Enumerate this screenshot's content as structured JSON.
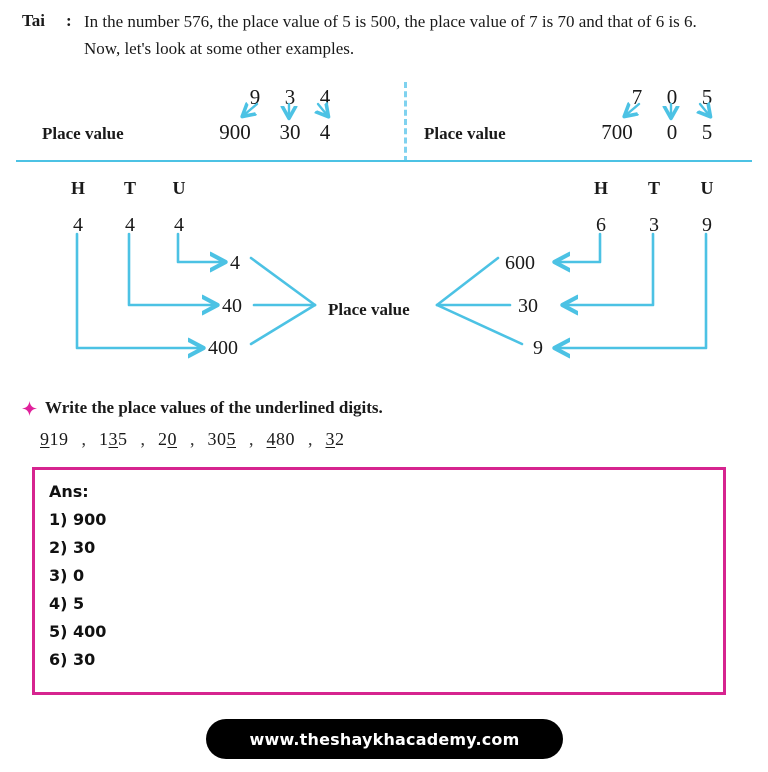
{
  "intro": {
    "speaker": "Tai",
    "colon": ":",
    "text": "In the number 576, the place value of 5 is 500, the place value of 7 is 70 and that of 6 is 6. Now, let's look at some other examples."
  },
  "top_strip": {
    "left": {
      "label": "Place value",
      "digits": [
        "9",
        "3",
        "4"
      ],
      "values": [
        "900",
        "30",
        "4"
      ]
    },
    "right": {
      "label": "Place value",
      "digits": [
        "7",
        "0",
        "5"
      ],
      "values": [
        "700",
        "0",
        "5"
      ]
    }
  },
  "htu": {
    "center_label": "Place value",
    "left": {
      "headers": [
        "H",
        "T",
        "U"
      ],
      "digits": [
        "4",
        "4",
        "4"
      ],
      "values": [
        "4",
        "40",
        "400"
      ]
    },
    "right": {
      "headers": [
        "H",
        "T",
        "U"
      ],
      "digits": [
        "6",
        "3",
        "9"
      ],
      "values": [
        "600",
        "30",
        "9"
      ]
    }
  },
  "task": {
    "bullet_icon": "diamond-bullet-icon",
    "instruction": "Write the place values of the underlined digits.",
    "separator": ",",
    "numbers": [
      {
        "before": "",
        "underlined": "9",
        "after": "19"
      },
      {
        "before": "1",
        "underlined": "3",
        "after": "5"
      },
      {
        "before": "2",
        "underlined": "0",
        "after": ""
      },
      {
        "before": "30",
        "underlined": "5",
        "after": ""
      },
      {
        "before": "",
        "underlined": "4",
        "after": "80"
      },
      {
        "before": "",
        "underlined": "3",
        "after": "2"
      }
    ]
  },
  "answer_box": {
    "title": "Ans:",
    "answers": [
      "1) 900",
      "2) 30",
      "3) 0",
      "4) 5",
      "5) 400",
      "6) 30"
    ]
  },
  "footer": {
    "url": "www.theshaykhacademy.com"
  },
  "colors": {
    "arrow_blue": "#4cc2e4",
    "dash_blue": "#7fd2ef",
    "accent_pink": "#d6248f",
    "footer_bg": "#000000",
    "text": "#1a1a1a"
  }
}
